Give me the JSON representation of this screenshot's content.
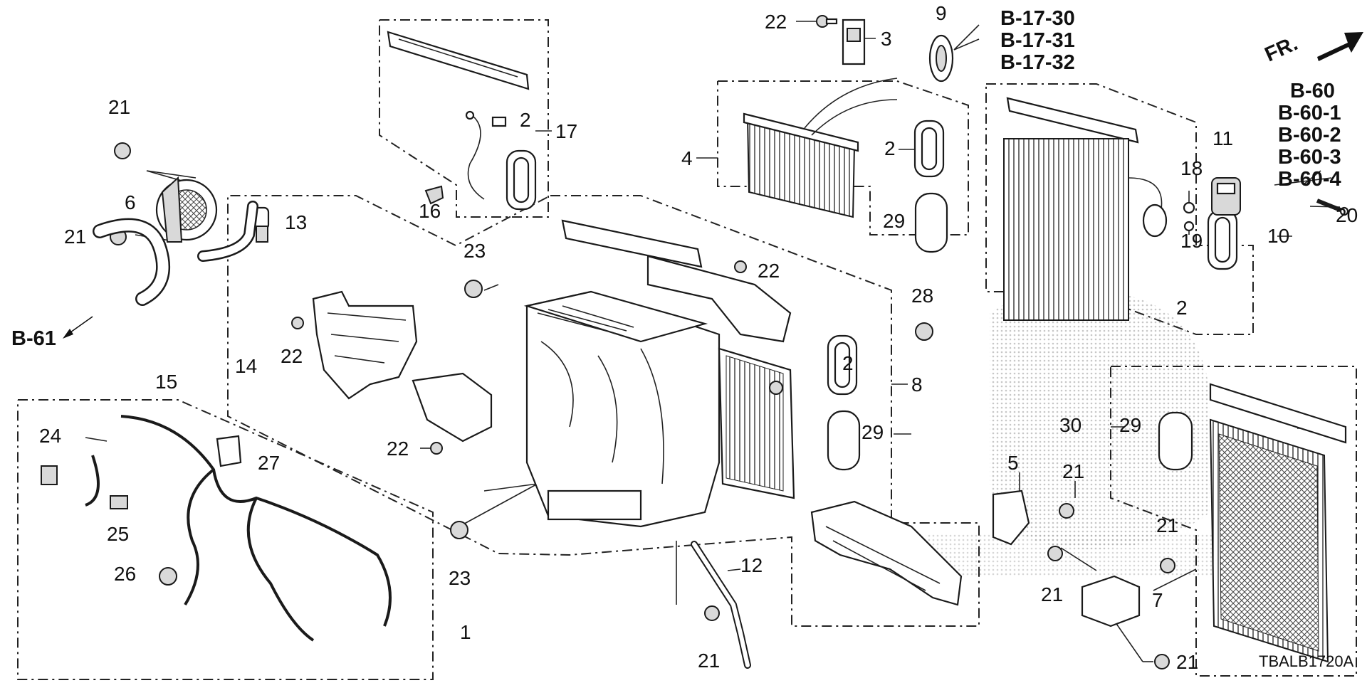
{
  "diagram": {
    "drawing_code": "TBALB1720A",
    "front_arrow_label": "FR.",
    "references": {
      "b17": [
        "B-17-30",
        "B-17-31",
        "B-17-32"
      ],
      "b60": [
        "B-60",
        "B-60-1",
        "B-60-2",
        "B-60-3",
        "B-60-4"
      ],
      "b61": "B-61"
    },
    "callouts": {
      "c1": "1",
      "c2a": "2",
      "c2b": "2",
      "c2c": "2",
      "c2d": "2",
      "c3": "3",
      "c4": "4",
      "c5": "5",
      "c6": "6",
      "c7": "7",
      "c8": "8",
      "c9": "9",
      "c10": "10",
      "c11": "11",
      "c12": "12",
      "c13": "13",
      "c14": "14",
      "c15": "15",
      "c16": "16",
      "c17": "17",
      "c18": "18",
      "c19": "19",
      "c20": "20",
      "c21a": "21",
      "c21b": "21",
      "c21c": "21",
      "c21d": "21",
      "c21e": "21",
      "c21f": "21",
      "c21g": "21",
      "c22a": "22",
      "c22b": "22",
      "c22c": "22",
      "c22d": "22",
      "c23a": "23",
      "c23b": "23",
      "c24": "24",
      "c25": "25",
      "c26": "26",
      "c27": "27",
      "c28": "28",
      "c29a": "29",
      "c29b": "29",
      "c29c": "29",
      "c30": "30"
    }
  }
}
